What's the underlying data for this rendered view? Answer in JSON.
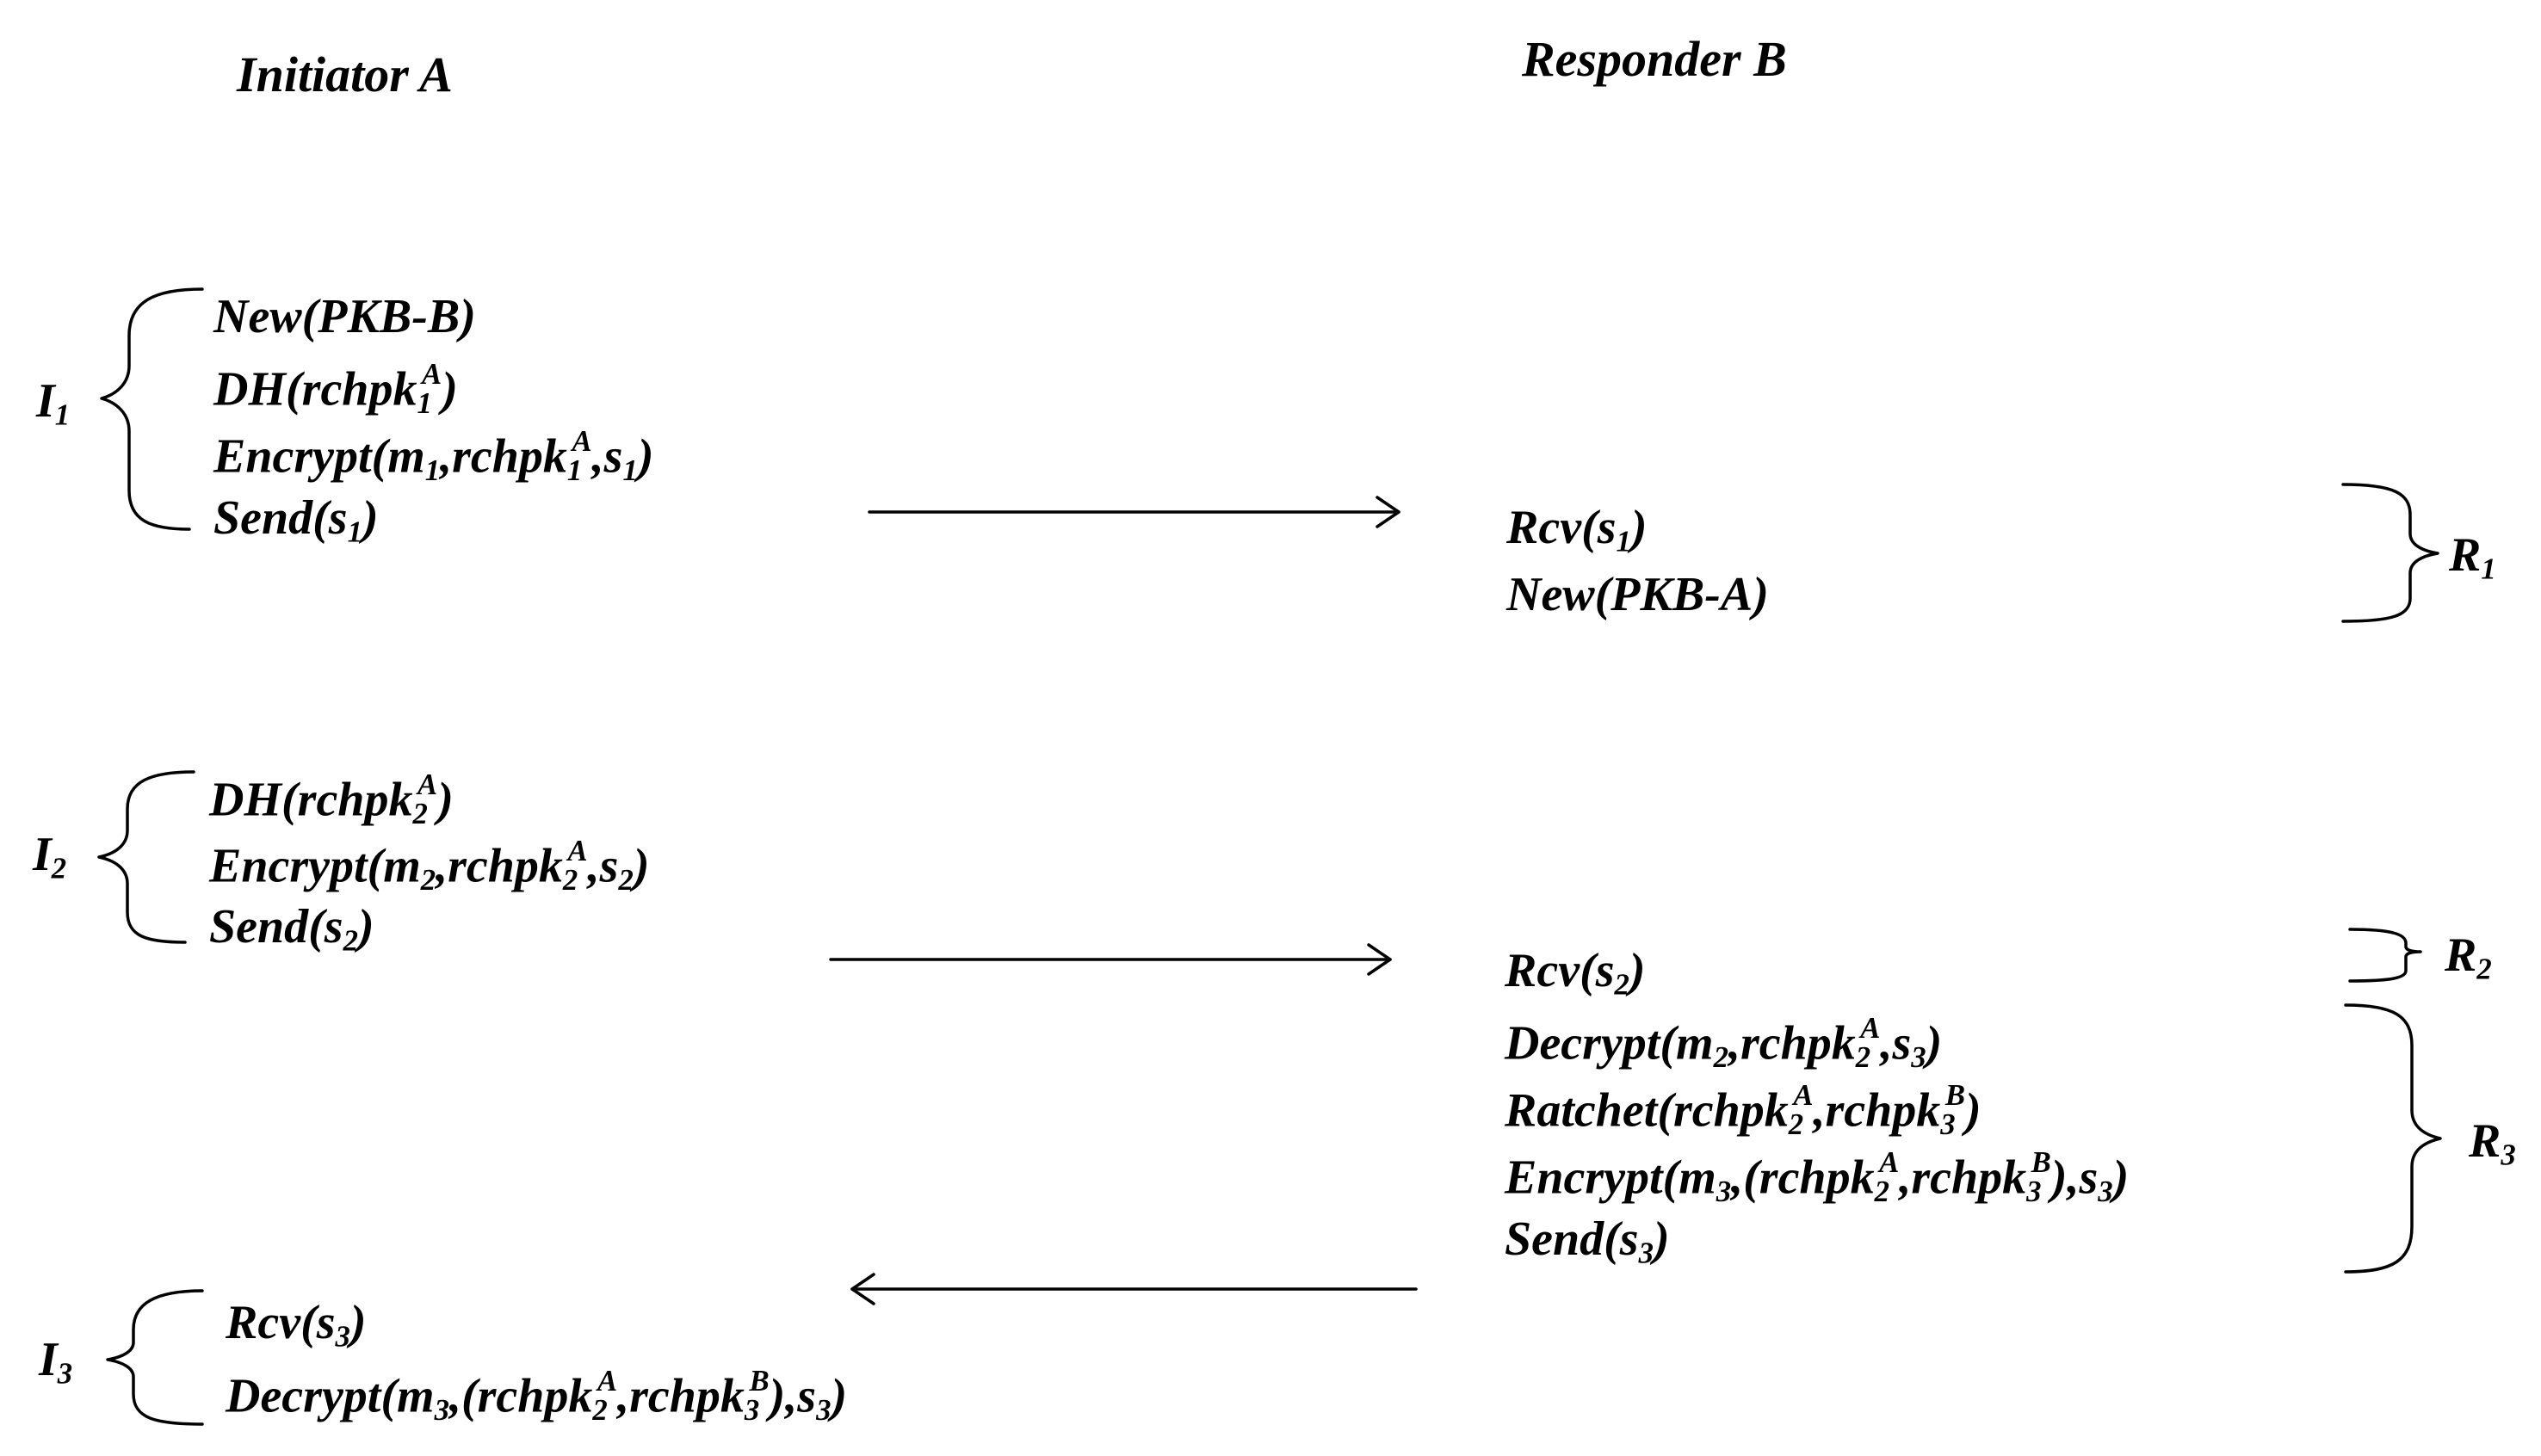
{
  "initiator": {
    "title": "Initiator A",
    "groups": [
      {
        "label": {
          "base": "I",
          "sub": "1"
        },
        "steps": [
          [
            {
              "t": "New(PKB-B)"
            }
          ],
          [
            {
              "t": "DH(rchpk"
            },
            {
              "sub": "1"
            },
            {
              "sup": "A"
            },
            {
              "t": ")"
            }
          ],
          [
            {
              "t": "Encrypt(m"
            },
            {
              "sub": "1"
            },
            {
              "t": ",rchpk"
            },
            {
              "sub": "1"
            },
            {
              "sup": "A"
            },
            {
              "t": ",s"
            },
            {
              "sub": "1"
            },
            {
              "t": ")"
            }
          ],
          [
            {
              "t": "Send(s"
            },
            {
              "sub": "1"
            },
            {
              "t": ")"
            }
          ]
        ]
      },
      {
        "label": {
          "base": "I",
          "sub": "2"
        },
        "steps": [
          [
            {
              "t": "DH(rchpk"
            },
            {
              "sub": "2"
            },
            {
              "sup": "A"
            },
            {
              "t": ")"
            }
          ],
          [
            {
              "t": "Encrypt(m"
            },
            {
              "sub": "2"
            },
            {
              "t": ",rchpk"
            },
            {
              "sub": "2"
            },
            {
              "sup": "A"
            },
            {
              "t": ",s"
            },
            {
              "sub": "2"
            },
            {
              "t": ")"
            }
          ],
          [
            {
              "t": "Send(s"
            },
            {
              "sub": "2"
            },
            {
              "t": ")"
            }
          ]
        ]
      },
      {
        "label": {
          "base": "I",
          "sub": "3"
        },
        "steps": [
          [
            {
              "t": "Rcv(s"
            },
            {
              "sub": "3"
            },
            {
              "t": ")"
            }
          ],
          [
            {
              "t": "Decrypt(m"
            },
            {
              "sub": "3"
            },
            {
              "t": ",(rchpk"
            },
            {
              "sub": "2"
            },
            {
              "sup": "A"
            },
            {
              "t": ",rchpk"
            },
            {
              "sub": "3"
            },
            {
              "sup": "B"
            },
            {
              "t": "),s"
            },
            {
              "sub": "3"
            },
            {
              "t": ")"
            }
          ]
        ]
      }
    ]
  },
  "responder": {
    "title": "Responder B",
    "groups": [
      {
        "label": {
          "base": "R",
          "sub": "1"
        },
        "steps": [
          [
            {
              "t": "Rcv(s"
            },
            {
              "sub": "1"
            },
            {
              "t": ")"
            }
          ],
          [
            {
              "t": "New(PKB-A)"
            }
          ]
        ]
      },
      {
        "label": {
          "base": "R",
          "sub": "2"
        },
        "steps": [
          [
            {
              "t": "Rcv(s"
            },
            {
              "sub": "2"
            },
            {
              "t": ")"
            }
          ]
        ]
      },
      {
        "label": {
          "base": "R",
          "sub": "3"
        },
        "steps": [
          [
            {
              "t": "Decrypt(m"
            },
            {
              "sub": "2"
            },
            {
              "t": ",rchpk"
            },
            {
              "sub": "2"
            },
            {
              "sup": "A"
            },
            {
              "t": ",s"
            },
            {
              "sub": "3"
            },
            {
              "t": ")"
            }
          ],
          [
            {
              "t": "Ratchet(rchpk"
            },
            {
              "sub": "2"
            },
            {
              "sup": "A"
            },
            {
              "t": ",rchpk"
            },
            {
              "sub": "3"
            },
            {
              "sup": "B"
            },
            {
              "t": ")"
            }
          ],
          [
            {
              "t": "Encrypt(m"
            },
            {
              "sub": "3"
            },
            {
              "t": ",(rchpk"
            },
            {
              "sub": "2"
            },
            {
              "sup": "A"
            },
            {
              "t": ",rchpk"
            },
            {
              "sub": "3"
            },
            {
              "sup": "B"
            },
            {
              "t": "),s"
            },
            {
              "sub": "3"
            },
            {
              "t": ")"
            }
          ],
          [
            {
              "t": "Send(s"
            },
            {
              "sub": "3"
            },
            {
              "t": ")"
            }
          ]
        ]
      }
    ]
  },
  "messages": [
    {
      "from": "initiator",
      "to": "responder",
      "carries": "s1"
    },
    {
      "from": "initiator",
      "to": "responder",
      "carries": "s2"
    },
    {
      "from": "responder",
      "to": "initiator",
      "carries": "s3"
    }
  ]
}
